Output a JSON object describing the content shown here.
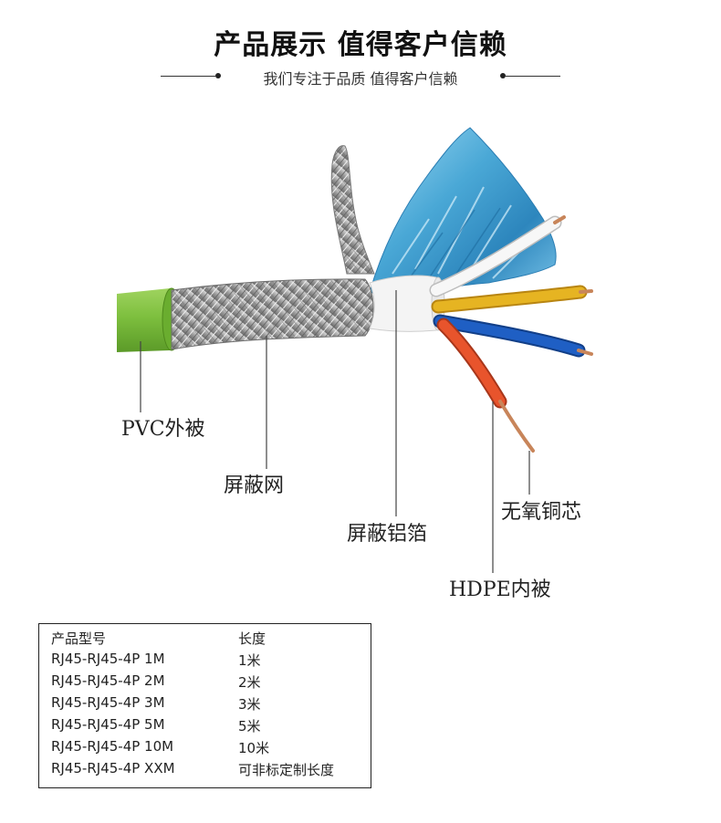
{
  "header": {
    "title": "产品展示 值得客户信赖",
    "subtitle": "我们专注于品质 值得客户信赖"
  },
  "callouts": {
    "pvc_jacket": "PVC外被",
    "shield_mesh": "屏蔽网",
    "shield_foil": "屏蔽铝箔",
    "copper_core": "无氧铜芯",
    "hdpe_inner": "HDPE内被"
  },
  "spec_table": {
    "header": {
      "model": "产品型号",
      "length": "长度"
    },
    "rows": [
      {
        "model": "RJ45-RJ45-4P 1M",
        "length": "1米"
      },
      {
        "model": "RJ45-RJ45-4P 2M",
        "length": "2米"
      },
      {
        "model": "RJ45-RJ45-4P 3M",
        "length": "3米"
      },
      {
        "model": "RJ45-RJ45-4P 5M",
        "length": "5米"
      },
      {
        "model": "RJ45-RJ45-4P 10M",
        "length": "10米"
      },
      {
        "model": "RJ45-RJ45-4P XXM",
        "length": "可非标定制长度"
      }
    ]
  },
  "colors": {
    "jacket_green": "#7dbf3e",
    "foil_blue": "#4aa8d6",
    "wire_yellow": "#e6b422",
    "wire_blue": "#1f5fc4",
    "wire_orange": "#e8542c",
    "wire_white": "#f2f2f2",
    "copper": "#c8855a"
  }
}
